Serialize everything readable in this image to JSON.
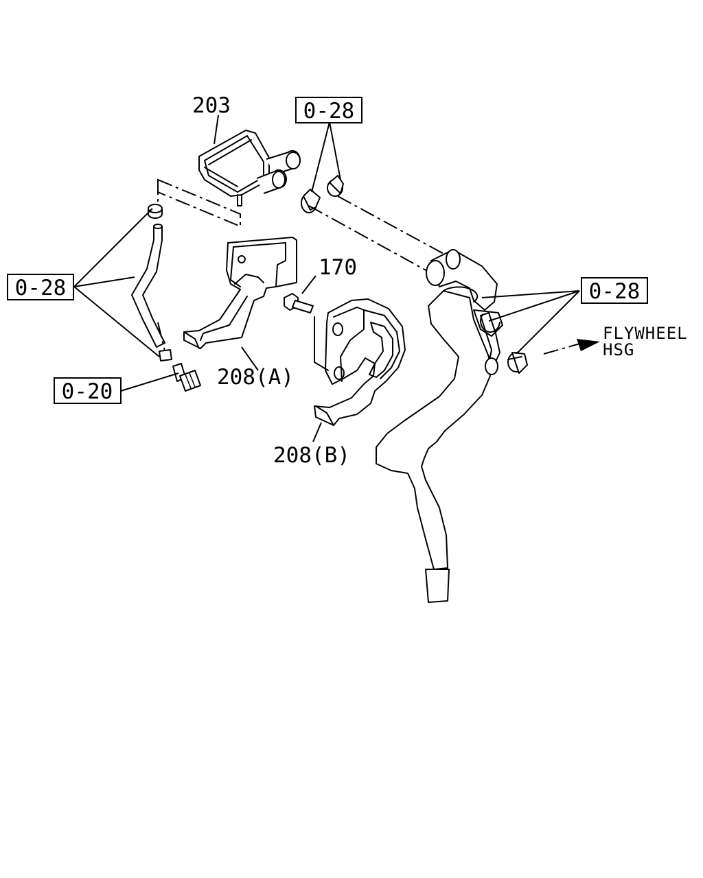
{
  "labels": {
    "part_203": "203",
    "part_170": "170",
    "part_208a": "208(A)",
    "part_208b": "208(B)",
    "ref_028_top": "0-28",
    "ref_028_left": "0-28",
    "ref_028_right": "0-28",
    "ref_020": "0-20",
    "flywheel_line1": "FLYWHEEL",
    "flywheel_line2": "HSG"
  }
}
